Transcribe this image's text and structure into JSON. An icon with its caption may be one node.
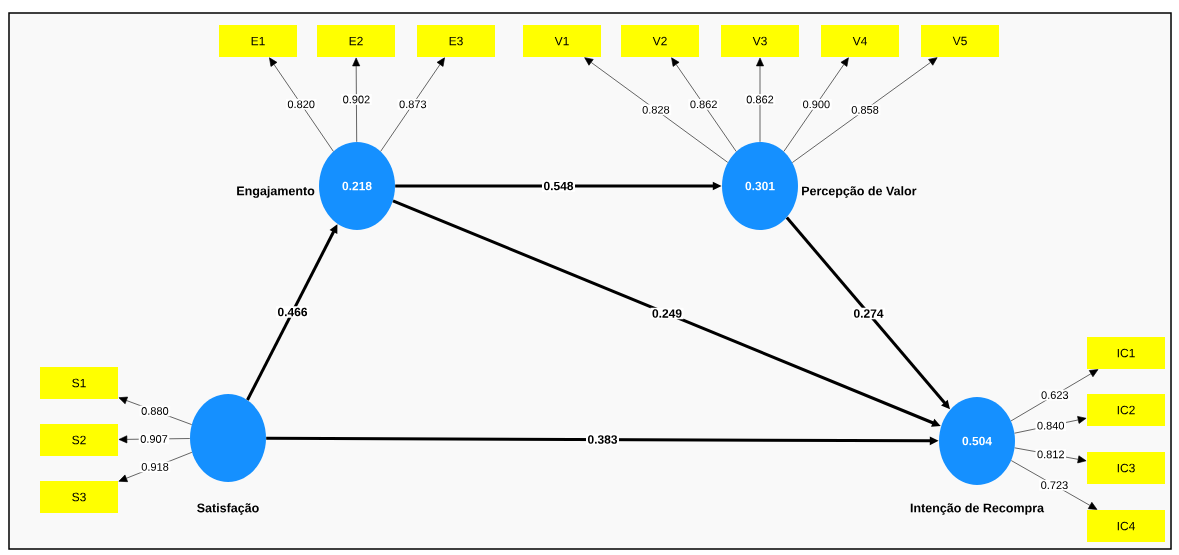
{
  "diagram": {
    "nodes": [
      {
        "text": [
          "E1"
        ]
      },
      {
        "text": [
          "E2"
        ]
      },
      {
        "text": [
          "E3"
        ]
      },
      {
        "text": [
          "V1"
        ]
      },
      {
        "text": [
          "V2"
        ]
      },
      {
        "text": [
          "V3"
        ]
      },
      {
        "text": [
          "V4"
        ]
      },
      {
        "text": [
          "V5"
        ]
      },
      {
        "text": [
          "0.218"
        ],
        "beside": [
          "Engajamento"
        ]
      },
      {
        "text": [
          "0.301"
        ],
        "beside": [
          "Percepção de Valor"
        ]
      },
      {
        "text": [
          "S1"
        ]
      },
      {
        "text": [
          "S2"
        ]
      },
      {
        "text": [
          "S3"
        ]
      },
      {
        "text": [],
        "shape": "circle",
        "beside": [
          "Satisfação"
        ]
      },
      {
        "text": [
          "IC1"
        ]
      },
      {
        "text": [
          "IC2"
        ]
      },
      {
        "text": [
          "IC3"
        ]
      },
      {
        "text": [
          "IC4"
        ]
      },
      {
        "text": [
          "0.504"
        ],
        "beside": [
          "Intenção de Recompra"
        ]
      }
    ],
    "edges": [
      {
        "from": 8,
        "to": 0,
        "arrow": "to",
        "label": "0.820"
      },
      {
        "from": 8,
        "to": 1,
        "arrow": "to",
        "label": "0.902"
      },
      {
        "from": 8,
        "to": 2,
        "arrow": "to",
        "label": "0.873"
      },
      {
        "from": 9,
        "to": 3,
        "arrow": "to",
        "label": "0.828"
      },
      {
        "from": 9,
        "to": 4,
        "arrow": "to",
        "label": "0.862"
      },
      {
        "from": 9,
        "to": 5,
        "arrow": "to",
        "label": "0.862"
      },
      {
        "from": 9,
        "to": 6,
        "arrow": "to",
        "label": "0.900"
      },
      {
        "from": 9,
        "to": 7,
        "arrow": "to",
        "label": "0.858"
      },
      {
        "from": 8,
        "to": 9,
        "arrow": "to",
        "label": "0.548",
        "style": "thick"
      },
      {
        "from": 13,
        "to": 8,
        "arrow": "to",
        "label": "0.466",
        "style": "thick"
      },
      {
        "from": 8,
        "to": 18,
        "arrow": "to",
        "label": "0.249",
        "style": "thick"
      },
      {
        "from": 9,
        "to": 18,
        "arrow": "to",
        "label": "0.274",
        "style": "thick"
      },
      {
        "from": 13,
        "to": 10,
        "arrow": "to",
        "label": "0.880"
      },
      {
        "from": 13,
        "to": 11,
        "arrow": "to",
        "label": "0.907"
      },
      {
        "from": 13,
        "to": 12,
        "arrow": "to",
        "label": "0.918"
      },
      {
        "from": 13,
        "to": 18,
        "arrow": "to",
        "label": "0.383",
        "style": "thick"
      },
      {
        "from": 18,
        "to": 14,
        "arrow": "to",
        "label": "0.623"
      },
      {
        "from": 18,
        "to": 15,
        "arrow": "to",
        "label": "0.840"
      },
      {
        "from": 18,
        "to": 16,
        "arrow": "to",
        "label": "0.812"
      },
      {
        "from": 18,
        "to": 17,
        "arrow": "to",
        "label": "0.723"
      }
    ]
  }
}
